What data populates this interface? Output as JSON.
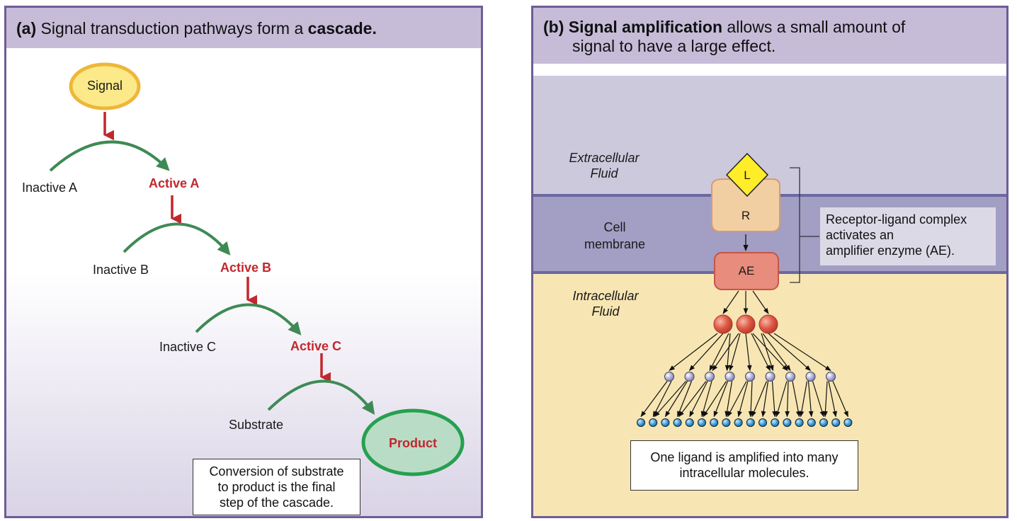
{
  "panel_a": {
    "header_prefix": "(a)",
    "header_text": " Signal transduction pathways form a ",
    "header_bold": "cascade.",
    "signal": "Signal",
    "steps": [
      {
        "inactive": "Inactive A",
        "active": "Active A"
      },
      {
        "inactive": "Inactive B",
        "active": "Active B"
      },
      {
        "inactive": "Inactive C",
        "active": "Active C"
      }
    ],
    "substrate": "Substrate",
    "product": "Product",
    "note_lines": [
      "Conversion of substrate",
      "to product is the final",
      "step of the cascade."
    ]
  },
  "panel_b": {
    "header_prefix": "(b)",
    "header_bold": "Signal amplification",
    "header_text1": " allows a small amount of",
    "header_text2": "signal to have a large effect.",
    "extracellular": [
      "Extracellular",
      "Fluid"
    ],
    "membrane": [
      "Cell",
      "membrane"
    ],
    "intracellular": [
      "Intracellular",
      "Fluid"
    ],
    "ligand": "L",
    "receptor": "R",
    "amplifier": "AE",
    "callout_lines": [
      "Receptor-ligand complex",
      "activates an",
      "amplifier enzyme (AE)."
    ],
    "note_lines": [
      "One ligand is amplified into many",
      "intracellular molecules."
    ],
    "counts": {
      "red_spheres": 3,
      "blue_spheres": 9,
      "final_molecules": 18
    }
  },
  "colors": {
    "header_bg": "#c6bcd8",
    "border": "#6e5d96",
    "arrow_red": "#c1272d",
    "arc_green": "#3e8a55",
    "signal_fill": "#fbe98a",
    "signal_stroke": "#eeb73a",
    "product_fill": "#b9dcc6",
    "product_stroke": "#26a04f",
    "receptor_fill": "#f1cfa3",
    "amplifier_fill": "#e88c7d",
    "ligand_fill": "#ffed2a"
  }
}
